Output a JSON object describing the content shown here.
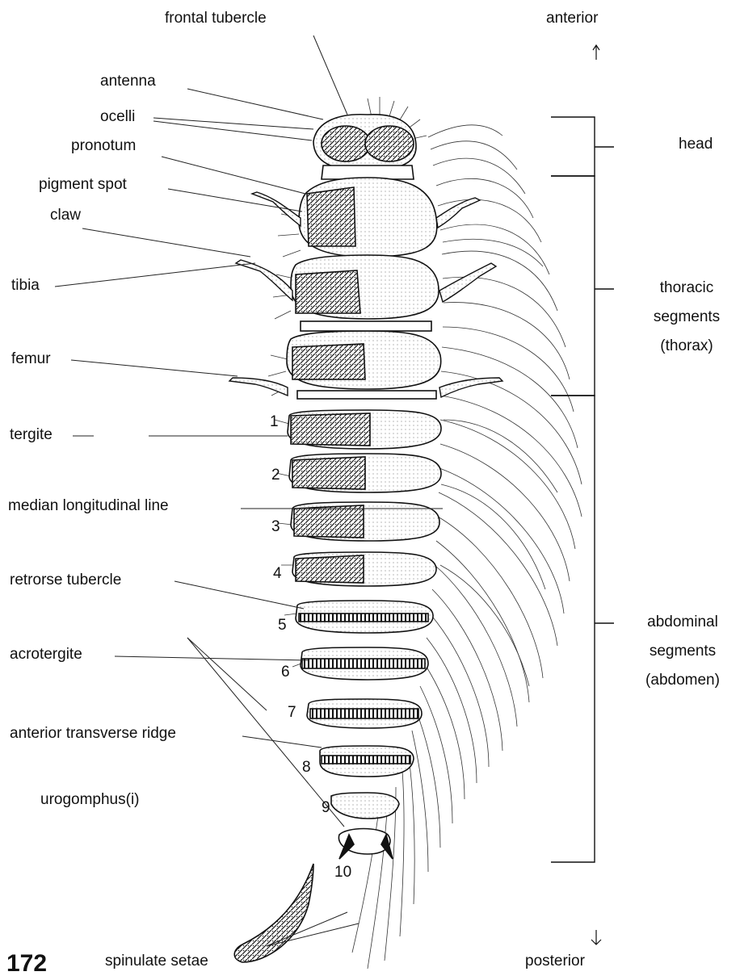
{
  "figure_number": "172",
  "labels": {
    "frontal_tubercle": "frontal tubercle",
    "antenna": "antenna",
    "ocelli": "ocelli",
    "pronotum": "pronotum",
    "pigment_spot": "pigment spot",
    "claw": "claw",
    "tibia": "tibia",
    "femur": "femur",
    "tergite": "tergite",
    "median_longitudinal_line": "median longitudinal line",
    "retrorse_tubercle": "retrorse tubercle",
    "acrotergite": "acrotergite",
    "anterior_transverse_ridge": "anterior transverse ridge",
    "urogomphus": "urogomphus(i)",
    "spinulate_setae": "spinulate setae"
  },
  "orientation": {
    "anterior": "anterior",
    "posterior": "posterior"
  },
  "regions": {
    "head": "head",
    "thorax_line1": "thoracic",
    "thorax_line2": "segments",
    "thorax_line3": "(thorax)",
    "abdomen_line1": "abdominal",
    "abdomen_line2": "segments",
    "abdomen_line3": "(abdomen)"
  },
  "segment_numbers": [
    "1",
    "2",
    "3",
    "4",
    "5",
    "6",
    "7",
    "8",
    "9",
    "10"
  ]
}
